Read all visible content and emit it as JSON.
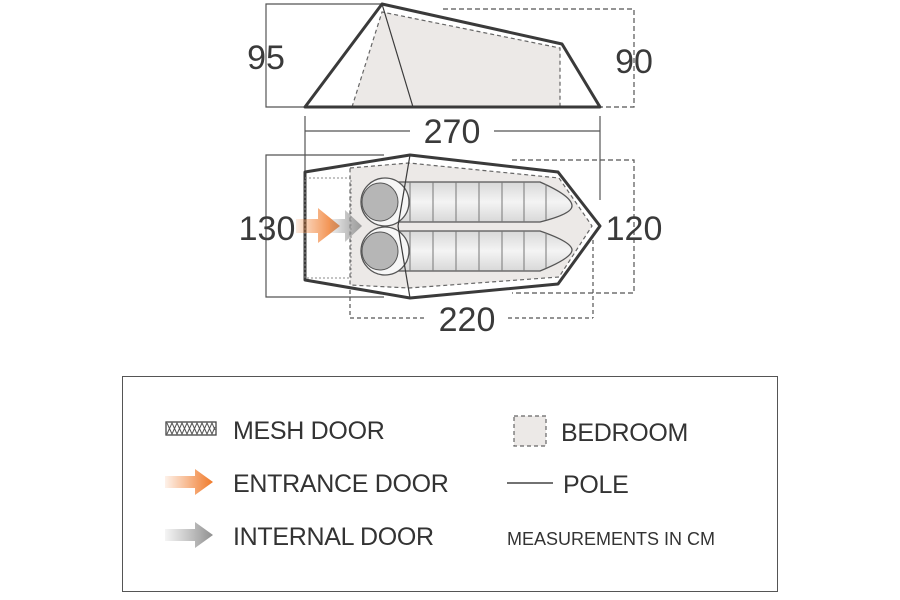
{
  "dimensions": {
    "front_height": "95",
    "rear_height": "90",
    "total_length": "270",
    "front_width": "130",
    "rear_width": "120",
    "bedroom_length": "220"
  },
  "legend": {
    "mesh_door": "MESH DOOR",
    "entrance_door": "ENTRANCE DOOR",
    "internal_door": "INTERNAL DOOR",
    "bedroom": "BEDROOM",
    "pole": "POLE",
    "note": "MEASUREMENTS IN CM"
  },
  "colors": {
    "entrance_arrow": "#f07a2a",
    "internal_arrow": "#9a9a9a",
    "bedroom_fill": "#ece9e7",
    "outline": "#3a3a3a"
  }
}
